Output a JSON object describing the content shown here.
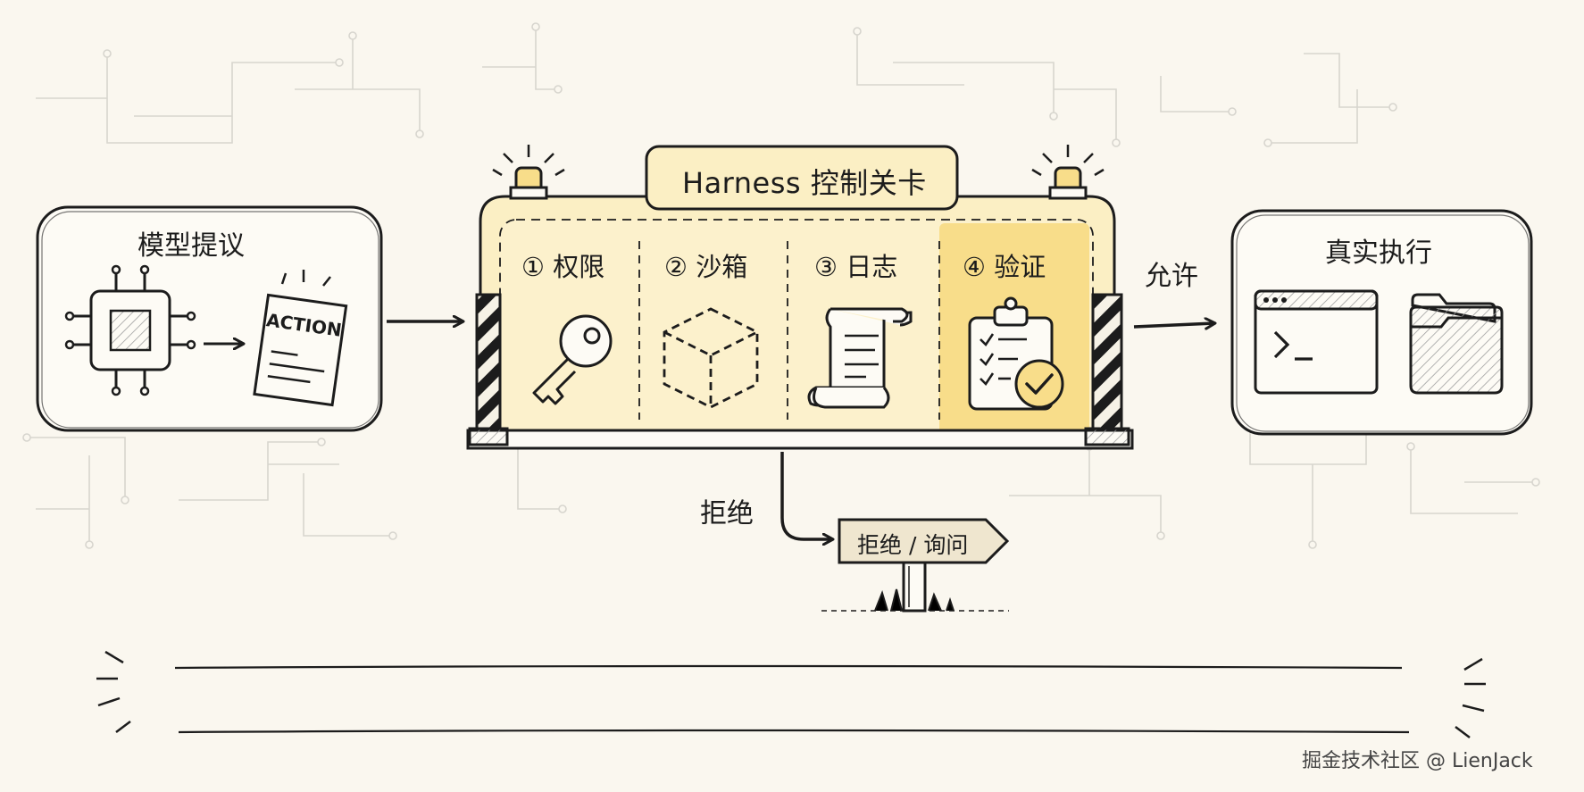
{
  "diagram": {
    "source_box": {
      "title": "模型提议",
      "action_card_text": "ACTION"
    },
    "gate": {
      "title": "Harness 控制关卡",
      "stages": [
        {
          "label": "① 权限",
          "icon": "key-icon"
        },
        {
          "label": "② 沙箱",
          "icon": "sandbox-cube-icon"
        },
        {
          "label": "③ 日志",
          "icon": "scroll-log-icon"
        },
        {
          "label": "④ 验证",
          "icon": "clipboard-check-icon"
        }
      ]
    },
    "allow_label": "允许",
    "reject_label": "拒绝",
    "reject_sign": "拒绝 / 询问",
    "target_box": {
      "title": "真实执行",
      "terminal_prompt": ">_",
      "icons": [
        "terminal-window-icon",
        "folder-icon"
      ]
    },
    "credit": "掘金技术社区 @ LienJack"
  },
  "colors": {
    "background": "#faf7ef",
    "ink": "#1c1c1c",
    "gate_fill": "#fbefc4",
    "highlight": "#f8dd8a",
    "circuit": "#d7d5ce"
  }
}
